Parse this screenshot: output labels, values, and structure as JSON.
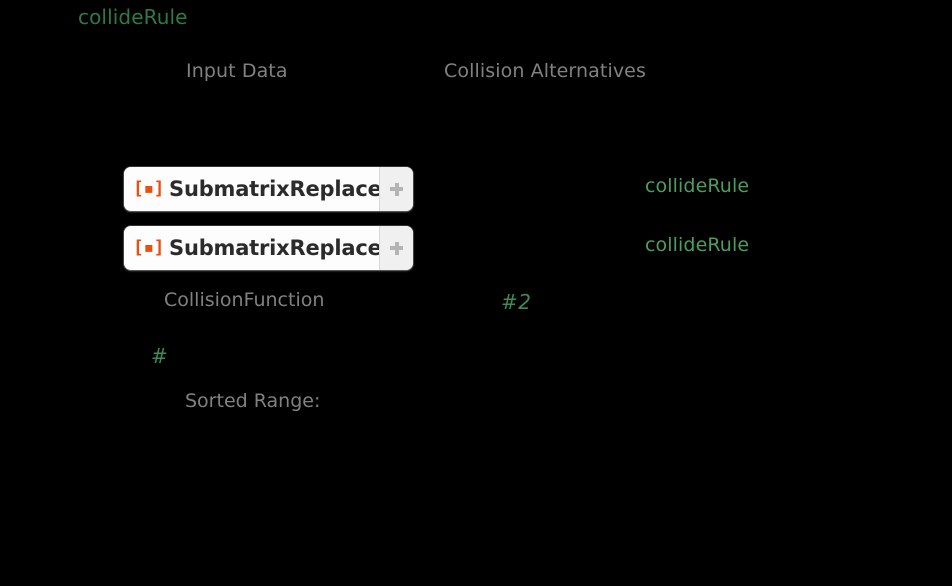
{
  "background_color": "#000000",
  "symbol": {
    "name": "collideRule",
    "color": "#2f7a44"
  },
  "columns": {
    "input_data_header": "Input Data",
    "collision_alternatives_header": "Collision Alternatives",
    "header_color": "#818181"
  },
  "rows": [
    {
      "resource_icon": "resource-function-icon",
      "resource_icon_glyph": "[▪]",
      "resource_icon_color": "#e8500f",
      "label": "SubmatrixReplace",
      "add_button_icon": "plus-icon",
      "alternative": "collideRule"
    },
    {
      "resource_icon": "resource-function-icon",
      "resource_icon_glyph": "[▪]",
      "resource_icon_color": "#e8500f",
      "label": "SubmatrixReplace",
      "add_button_icon": "plus-icon",
      "alternative": "collideRule"
    }
  ],
  "alternative_color": "#4b9e5f",
  "options": {
    "collision_function_label": "CollisionFunction",
    "collision_function_value": "#2",
    "slot_marker": "#",
    "sorted_range_label": "Sorted Range:",
    "slot_color": "#3f8a55"
  }
}
